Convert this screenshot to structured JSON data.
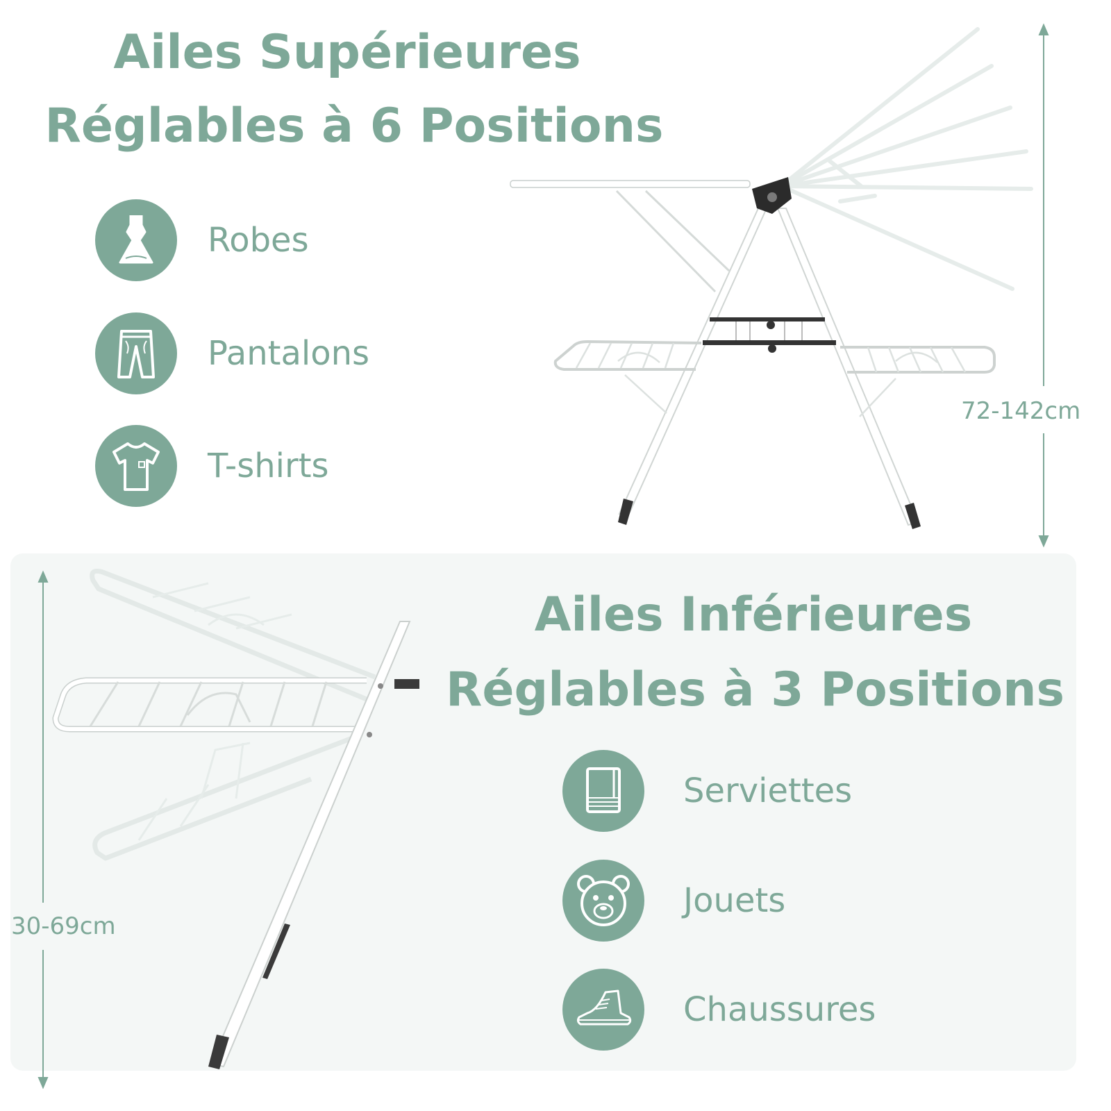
{
  "top_section": {
    "title_line1": "Ailes Supérieures",
    "title_line2": "Réglables à 6 Positions",
    "features": [
      {
        "label": "Robes",
        "icon": "dress-icon"
      },
      {
        "label": "Pantalons",
        "icon": "pants-icon"
      },
      {
        "label": "T-shirts",
        "icon": "tshirt-icon"
      }
    ],
    "dimension": "72-142cm"
  },
  "bottom_section": {
    "title_line1": "Ailes Inférieures",
    "title_line2": "Réglables à 3 Positions",
    "features": [
      {
        "label": "Serviettes",
        "icon": "towel-icon"
      },
      {
        "label": "Jouets",
        "icon": "teddy-bear-icon"
      },
      {
        "label": "Chaussures",
        "icon": "sneaker-icon"
      }
    ],
    "dimension": "30-69cm"
  },
  "colors": {
    "accent": "#7ea898",
    "panel_background": "#f4f7f6",
    "rack_frame": "#ffffff",
    "rack_joints": "#2b2b2b"
  }
}
